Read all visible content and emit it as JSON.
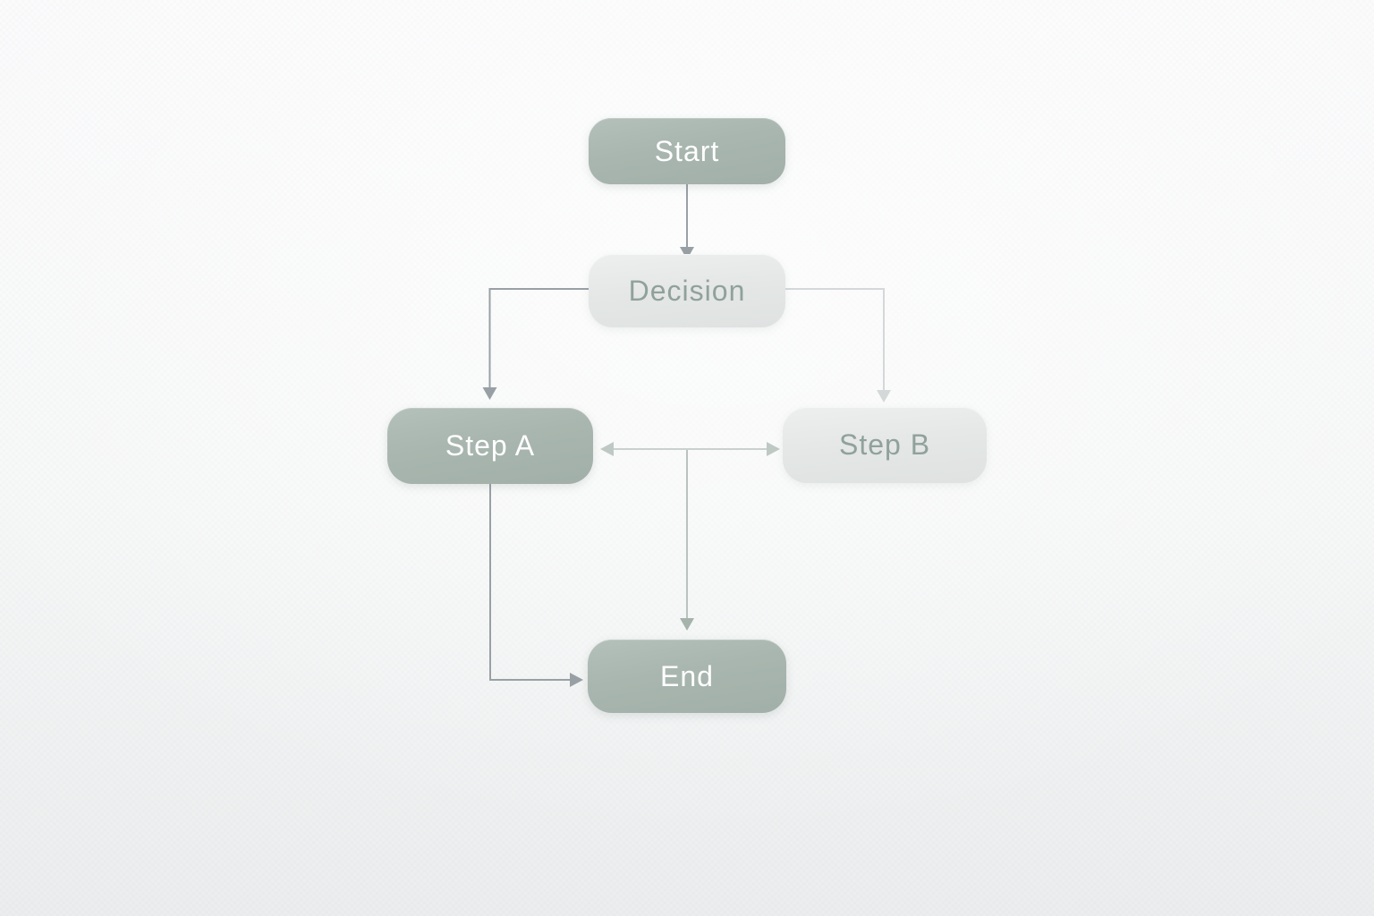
{
  "diagram": {
    "type": "flowchart",
    "nodes": [
      {
        "id": "start",
        "label": "Start",
        "variant": "primary"
      },
      {
        "id": "decision",
        "label": "Decision",
        "variant": "secondary"
      },
      {
        "id": "step-a",
        "label": "Step A",
        "variant": "primary"
      },
      {
        "id": "step-b",
        "label": "Step B",
        "variant": "secondary"
      },
      {
        "id": "end",
        "label": "End",
        "variant": "primary"
      }
    ],
    "edges": [
      {
        "from": "start",
        "to": "decision",
        "direction": "down",
        "emphasis": "dark"
      },
      {
        "from": "decision",
        "to": "step-a",
        "direction": "left-then-down",
        "emphasis": "dark"
      },
      {
        "from": "decision",
        "to": "step-b",
        "direction": "right-then-down",
        "emphasis": "light"
      },
      {
        "from": "step-a",
        "to": "step-b",
        "direction": "bidirectional",
        "emphasis": "soft"
      },
      {
        "from": "step-a-step-b-midpoint",
        "to": "end",
        "direction": "down",
        "emphasis": "sage"
      },
      {
        "from": "step-a",
        "to": "end",
        "direction": "down-then-right",
        "emphasis": "dark"
      }
    ],
    "colors": {
      "node_primary": "#a8b6af",
      "node_secondary": "#e4e7e6",
      "text_on_primary": "#ffffff",
      "text_on_secondary": "#90a19c",
      "edge_dark": "#99a0a5",
      "edge_light": "#d4d8d8",
      "edge_sage": "#b9c3bf",
      "edge_soft": "#c9d1ce",
      "arrow_sage": "#a5b3ac",
      "arrow_soft": "#bec9c4",
      "background": "#f6f7f7"
    }
  }
}
